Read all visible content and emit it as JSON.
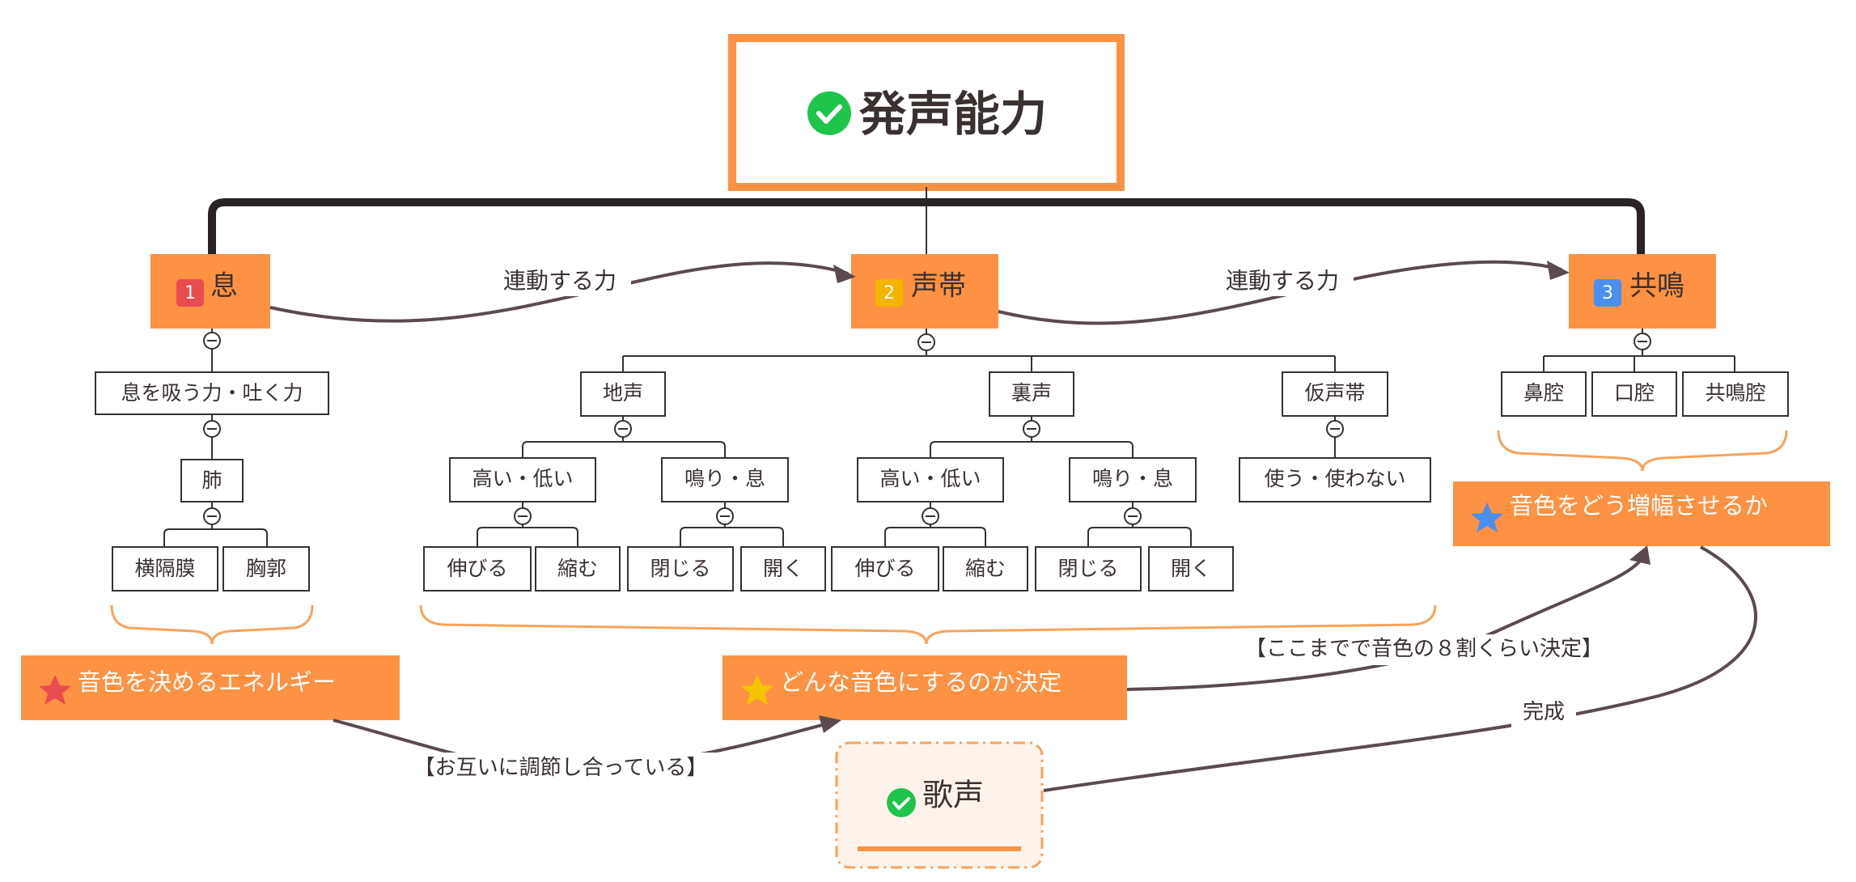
{
  "root": {
    "title": "発声能力",
    "icon": "check-circle-icon"
  },
  "main_nodes": [
    {
      "badge": "1",
      "label": "息",
      "badge_color": "#e84c4f"
    },
    {
      "badge": "2",
      "label": "声帯",
      "badge_color": "#f5b400"
    },
    {
      "badge": "3",
      "label": "共鳴",
      "badge_color": "#4a8ef0"
    }
  ],
  "breath": {
    "child": "息を吸う力・吐く力",
    "grandchild": "肺",
    "leaves": [
      "横隔膜",
      "胸郭"
    ]
  },
  "vocal": {
    "children": [
      "地声",
      "裏声",
      "仮声帯"
    ],
    "jigoe": {
      "a": "高い・低い",
      "b": "鳴り・息",
      "a_leaves": [
        "伸びる",
        "縮む"
      ],
      "b_leaves": [
        "閉じる",
        "開く"
      ]
    },
    "uragoe": {
      "a": "高い・低い",
      "b": "鳴り・息",
      "a_leaves": [
        "伸びる",
        "縮む"
      ],
      "b_leaves": [
        "閉じる",
        "開く"
      ]
    },
    "kaseitai": {
      "a": "使う・使わない"
    }
  },
  "resonance": {
    "children": [
      "鼻腔",
      "口腔",
      "共鳴腔"
    ]
  },
  "summaries": {
    "breath": "音色を決めるエネルギー",
    "vocal": "どんな音色にするのか決定",
    "resonance": "音色をどう増幅させるか"
  },
  "links": {
    "breath_vocal": "連動する力",
    "vocal_resonance": "連動する力",
    "mutual": "【お互いに調節し合っている】",
    "eighty": "【ここまでで音色の８割くらい決定】",
    "complete": "完成"
  },
  "result": {
    "label": "歌声",
    "icon": "check-circle-icon"
  },
  "colors": {
    "accent": "#fd9244",
    "check_green": "#1fc44a",
    "star_red": "#e84c4f",
    "star_yellow": "#f5c400",
    "star_blue": "#4a8ef0",
    "link": "#5b4a4f",
    "brace": "#f7a35c",
    "result_bg": "#fdf3ea"
  }
}
